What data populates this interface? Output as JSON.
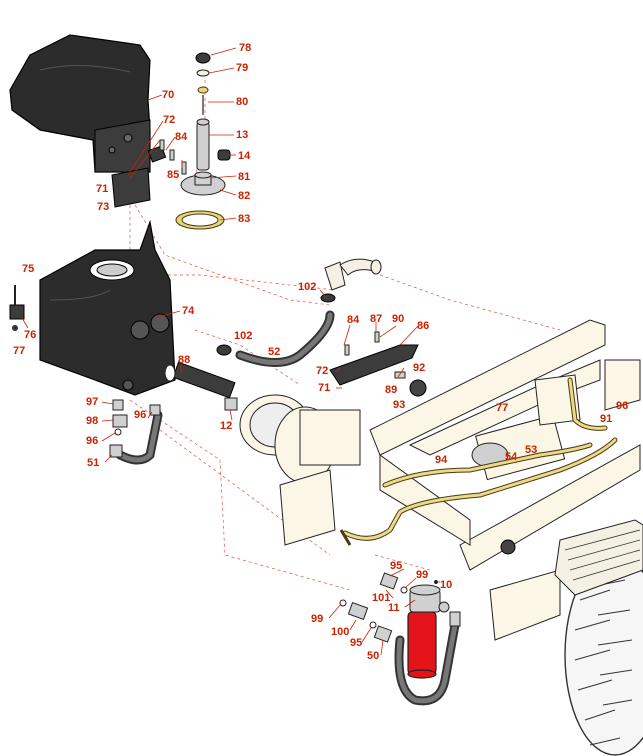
{
  "diagram": {
    "callouts": [
      {
        "label": "78"
      },
      {
        "label": "79"
      },
      {
        "label": "70"
      },
      {
        "label": "80"
      },
      {
        "label": "72"
      },
      {
        "label": "84"
      },
      {
        "label": "13"
      },
      {
        "label": "14"
      },
      {
        "label": "85"
      },
      {
        "label": "81"
      },
      {
        "label": "71"
      },
      {
        "label": "82"
      },
      {
        "label": "73"
      },
      {
        "label": "83"
      },
      {
        "label": "75"
      },
      {
        "label": "102"
      },
      {
        "label": "74"
      },
      {
        "label": "76"
      },
      {
        "label": "77"
      },
      {
        "label": "84"
      },
      {
        "label": "87"
      },
      {
        "label": "90"
      },
      {
        "label": "86"
      },
      {
        "label": "102"
      },
      {
        "label": "52"
      },
      {
        "label": "72"
      },
      {
        "label": "92"
      },
      {
        "label": "71"
      },
      {
        "label": "89"
      },
      {
        "label": "88"
      },
      {
        "label": "93"
      },
      {
        "label": "97"
      },
      {
        "label": "77"
      },
      {
        "label": "96"
      },
      {
        "label": "98"
      },
      {
        "label": "96"
      },
      {
        "label": "12"
      },
      {
        "label": "91"
      },
      {
        "label": "96"
      },
      {
        "label": "94"
      },
      {
        "label": "54"
      },
      {
        "label": "53"
      },
      {
        "label": "51"
      },
      {
        "label": "95"
      },
      {
        "label": "99"
      },
      {
        "label": "10"
      },
      {
        "label": "101"
      },
      {
        "label": "11"
      },
      {
        "label": "99"
      },
      {
        "label": "100"
      },
      {
        "label": "95"
      },
      {
        "label": "50"
      }
    ]
  },
  "colors": {
    "callout": "#cc2200",
    "tank": "#2c2c2c",
    "frame": "#fbf6e6",
    "filter": "#e4141b",
    "brass_line": "#e8d27a"
  }
}
